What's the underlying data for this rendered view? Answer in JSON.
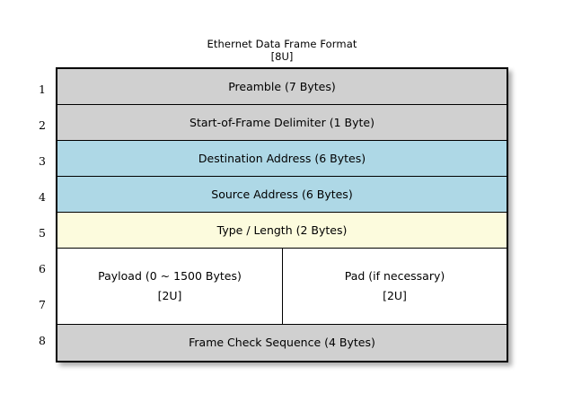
{
  "diagram": {
    "title": "Ethernet Data Frame Format",
    "title_tag": "[8U]",
    "type": "frame-layout-table",
    "colors": {
      "gray_fill": "#d0d0d0",
      "blue_fill": "#aed8e6",
      "yellow_fill": "#fcfbdd",
      "white_fill": "#ffffff",
      "border": "#000000",
      "background": "#ffffff"
    },
    "row_numbers": [
      "1",
      "2",
      "3",
      "4",
      "5",
      "6",
      "7",
      "8"
    ],
    "rows": [
      {
        "number": "1",
        "label": "Preamble (7 Bytes)",
        "fill": "gray"
      },
      {
        "number": "2",
        "label": "Start-of-Frame Delimiter (1 Byte)",
        "fill": "gray"
      },
      {
        "number": "3",
        "label": "Destination Address (6 Bytes)",
        "fill": "blue"
      },
      {
        "number": "4",
        "label": "Source Address (6 Bytes)",
        "fill": "blue"
      },
      {
        "number": "5",
        "label": "Type / Length (2 Bytes)",
        "fill": "yellow"
      },
      {
        "number": "6-7",
        "fill": "white",
        "split": true,
        "left": {
          "label": "Payload (0 ~ 1500 Bytes)",
          "tag": "[2U]"
        },
        "right": {
          "label": "Pad (if necessary)",
          "tag": "[2U]"
        }
      },
      {
        "number": "8",
        "label": "Frame Check Sequence (4 Bytes)",
        "fill": "gray"
      }
    ]
  }
}
